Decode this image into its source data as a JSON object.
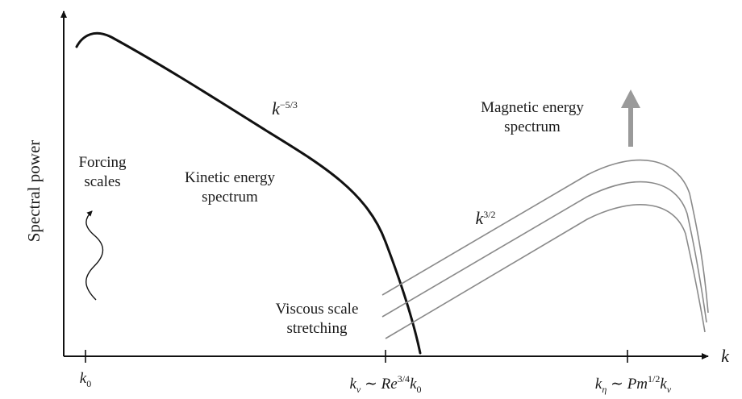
{
  "axes": {
    "y_label": "Spectral power",
    "x_label": "k",
    "ticks": {
      "k0": {
        "base": "k",
        "sub": "0"
      },
      "k_nu": {
        "base": "k",
        "sub": "ν",
        "rel": "∼",
        "re": "Re",
        "exp": "3/4",
        "tail": "k",
        "tail_sub": "0"
      },
      "k_eta": {
        "base": "k",
        "sub": "η",
        "rel": "∼",
        "pm": "Pm",
        "exp": "1/2",
        "tail": "k",
        "tail_sub": "ν"
      }
    }
  },
  "annotations": {
    "forcing_line1": "Forcing",
    "forcing_line2": "scales",
    "kinetic_line1": "Kinetic energy",
    "kinetic_line2": "spectrum",
    "magnetic_line1": "Magnetic energy",
    "magnetic_line2": "spectrum",
    "viscous_line1": "Viscous scale",
    "viscous_line2": "stretching",
    "kolmogorov_base": "k",
    "kolmogorov_exp": "−5/3",
    "kazantsev_base": "k",
    "kazantsev_exp": "3/2"
  },
  "colors": {
    "axis": "#111111",
    "kinetic_curve": "#111111",
    "magnetic_curves": "#8a8a8a",
    "growth_arrow": "#9a9a9a"
  },
  "icons": {
    "forcing": "wavy-up-arrow-icon",
    "growth": "up-arrow-icon"
  }
}
